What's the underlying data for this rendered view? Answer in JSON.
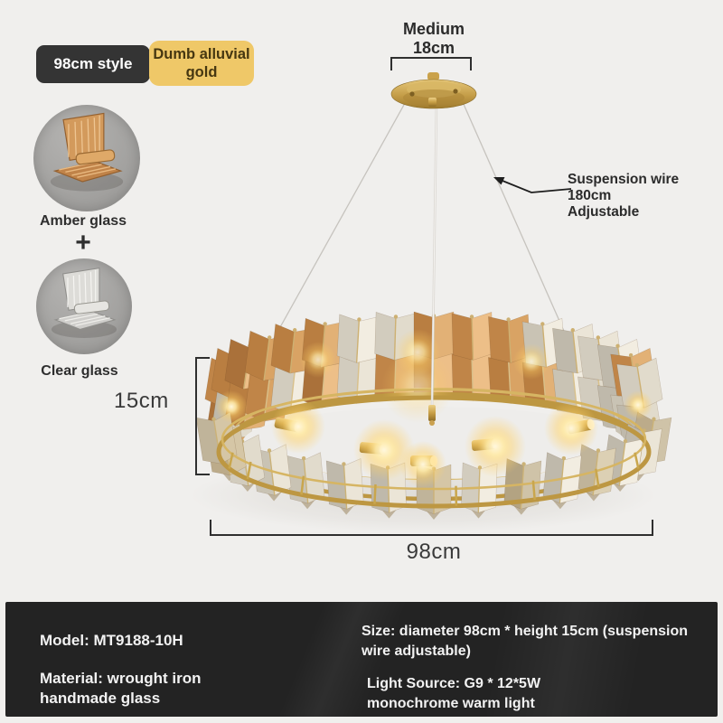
{
  "badges": {
    "style": "98cm style",
    "finish": "Dumb alluvial gold"
  },
  "variants": {
    "amber_label": "Amber glass",
    "plus": "+",
    "clear_label": "Clear glass"
  },
  "dimensions": {
    "canopy": "Medium\n18cm",
    "suspension": "Suspension wire\n180cm\nAdjustable",
    "height": "15cm",
    "diameter": "98cm"
  },
  "specs": {
    "model": "Model: MT9188-10H",
    "material": "Material: wrought iron handmade glass",
    "size": "Size: diameter 98cm * height 15cm (suspension wire adjustable)",
    "light": "Light Source: G9 * 12*5W monochrome warm light"
  },
  "colors": {
    "background": "#f0efed",
    "badge_dark_bg": "#343434",
    "badge_dark_text": "#ffffff",
    "badge_gold_bg": "#efc868",
    "badge_gold_text": "#463711",
    "spec_bar_bg": "#232323",
    "spec_text": "#f2f2f2",
    "annotation_text": "#2b2b2b",
    "dimension_line": "#2f2f2f",
    "brass": "#bd9742",
    "brass_light": "#d6b563",
    "brass_dark": "#96742e",
    "glow_core": "#fff6d8",
    "glow": "#ffd167",
    "wire": "#c6c3be",
    "amber_left": [
      "#b97e41",
      "#c08548",
      "#aa713a"
    ],
    "amber_right": [
      "#e2b176",
      "#d9a364",
      "#edbf88"
    ],
    "clear_left": [
      "#c9c3b4",
      "#bfb9ab",
      "#d2ccbe"
    ],
    "clear_right": [
      "#ebe5d7",
      "#e1dbcc",
      "#f2ede1"
    ],
    "front_left": [
      "#b3a382",
      "#bcab8a",
      "#c0b49a"
    ],
    "front_right": [
      "#d5c6a6",
      "#dcd0b4",
      "#cfc3a8"
    ],
    "glass_circle_bg": "#a9a8a6"
  }
}
